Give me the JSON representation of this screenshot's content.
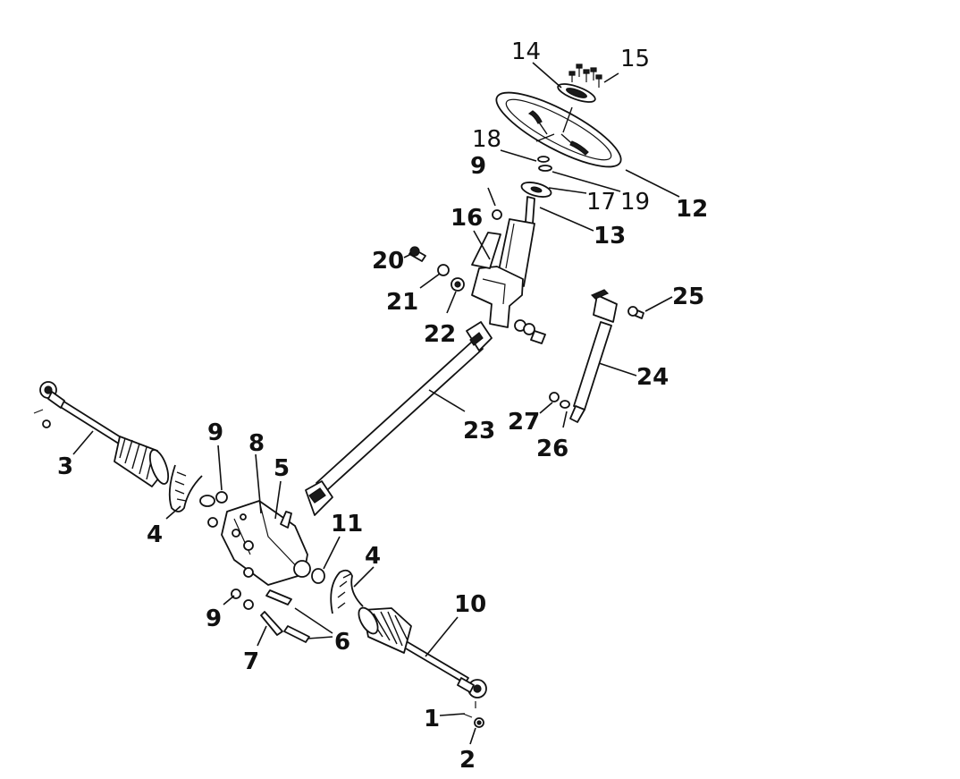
{
  "labels": {
    "l1": "1",
    "l2": "2",
    "l3": "3",
    "l4a": "4",
    "l4b": "4",
    "l5": "5",
    "l6": "6",
    "l7": "7",
    "l8": "8",
    "l9a": "9",
    "l9b": "9",
    "l9c": "9",
    "l10": "10",
    "l11": "11",
    "l12": "12",
    "l13": "13",
    "l14": "14",
    "l15": "15",
    "l16": "16",
    "l17": "17",
    "l18": "18",
    "l19": "19",
    "l20": "20",
    "l21": "21",
    "l22": "22",
    "l23": "23",
    "l24": "24",
    "l25": "25",
    "l26": "26",
    "l27": "27"
  },
  "colors": {
    "line": "#111111",
    "background": "#ffffff"
  }
}
